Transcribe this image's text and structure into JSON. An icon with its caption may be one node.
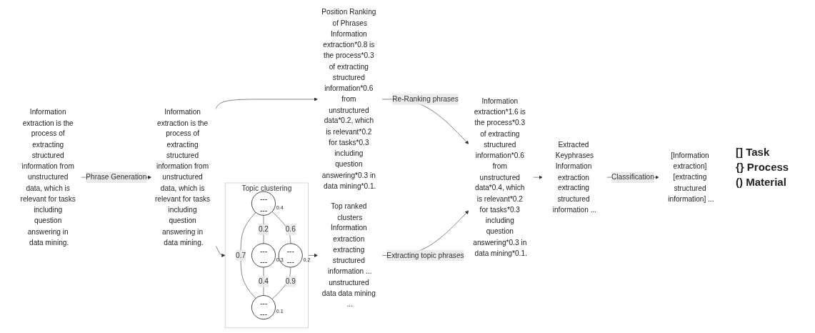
{
  "diagram": {
    "nodes": [
      {
        "text": [
          "Information extraction is the process of extracting structured information from unstructured data, which is relevant for tasks including question answering in data mining."
        ]
      },
      {
        "text": [
          "Information extraction is the process of extracting structured information from unstructured data, which is relevant for tasks including question answering in data mining."
        ]
      },
      {
        "text": [
          "Position Ranking of Phrases",
          "Information extraction*0.8 is the process*0.3 of extracting structured information*0.6 from unstructured data*0.2, which is relevant*0.2 for tasks*0.3 including question answering*0.3 in data mining*0.1."
        ]
      },
      {
        "text": [
          "Information extraction*1.6 is the process*0.3 of extracting structured information*0.6 from unstructured data*0.4, which is relevant*0.2 for tasks*0.3 including question answering*0.3 in data mining*0.1."
        ]
      },
      {
        "text": [
          "Extracted Keyphrases",
          "Information extraction extracting structured information ..."
        ]
      },
      {
        "text": [
          "[Information extraction] [extracting structured information] ..."
        ]
      },
      {
        "text": [
          "Topic clustering"
        ]
      },
      {
        "text": [
          "---",
          "---"
        ],
        "in": 6,
        "beside": [
          "0.4"
        ]
      },
      {
        "text": [
          "---",
          "---"
        ],
        "in": 6,
        "beside": [
          "0.3"
        ]
      },
      {
        "text": [
          "---",
          "---"
        ],
        "in": 6,
        "beside": [
          "0.2"
        ]
      },
      {
        "text": [
          "---",
          "---"
        ],
        "in": 6,
        "beside": [
          "0.1"
        ]
      },
      {
        "text": [
          "Top ranked clusters",
          "Information extraction extracting structured information ...",
          "unstructured data data mining ..."
        ]
      }
    ],
    "edges": [
      {
        "from": 0,
        "to": 1,
        "arrow": "to",
        "label": "Phrase Generation"
      },
      {
        "from": 1,
        "to": 2,
        "arrow": "to"
      },
      {
        "from": 2,
        "to": 3,
        "arrow": "to",
        "label": "Re-Ranking phrases"
      },
      {
        "from": 3,
        "to": 4,
        "arrow": "to"
      },
      {
        "from": 4,
        "to": 5,
        "arrow": "to",
        "label": "Classification"
      },
      {
        "from": 1,
        "to": 6,
        "arrow": "to"
      },
      {
        "from": 7,
        "to": 8,
        "arrow": "none",
        "label": "0.2"
      },
      {
        "from": 7,
        "to": 9,
        "arrow": "none",
        "label": "0.6"
      },
      {
        "from": 7,
        "to": 10,
        "arrow": "none",
        "label": "0.7"
      },
      {
        "from": 8,
        "to": 10,
        "arrow": "none",
        "label": "0.4"
      },
      {
        "from": 9,
        "to": 10,
        "arrow": "none",
        "label": "0.9"
      },
      {
        "from": 6,
        "to": 11,
        "arrow": "to"
      },
      {
        "from": 11,
        "to": 3,
        "arrow": "to",
        "label": "Extracting topic phrases"
      }
    ],
    "legend": [
      {
        "text": "[] Task"
      },
      {
        "text": "{} Process"
      },
      {
        "text": "() Material"
      }
    ]
  }
}
